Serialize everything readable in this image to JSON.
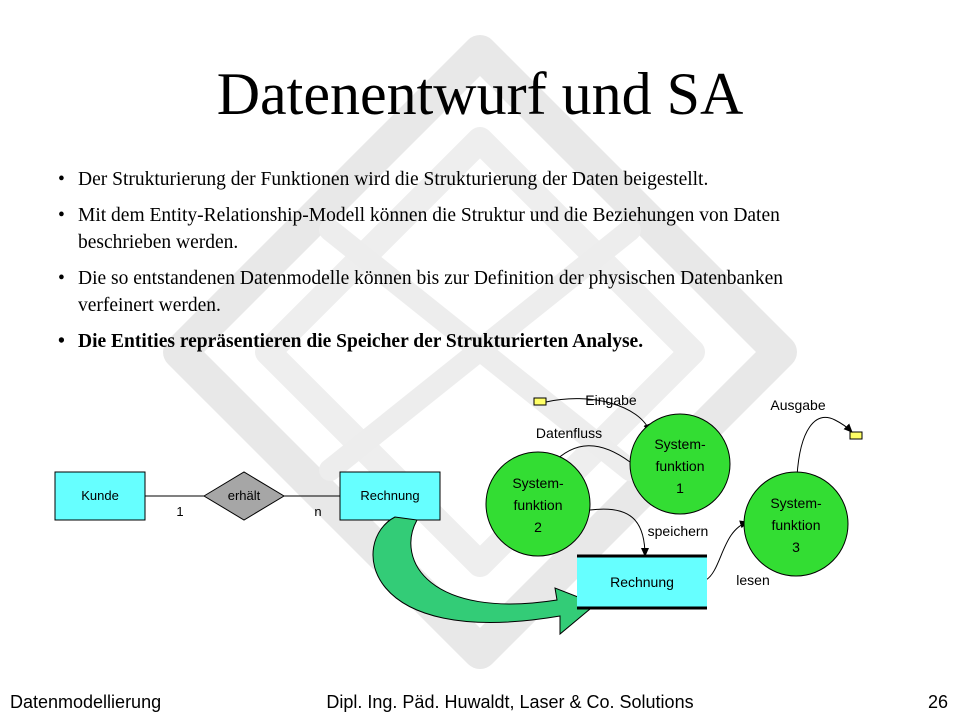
{
  "slide": {
    "title": "Datenentwurf und SA",
    "bullets": [
      {
        "text": "Der Strukturierung der Funktionen wird die Strukturierung der Daten beigestellt.",
        "bold": false
      },
      {
        "text": "Mit dem Entity-Relationship-Modell können die Struktur und die Beziehungen von Daten beschrieben werden.",
        "bold": false
      },
      {
        "text": "Die so entstandenen Datenmodelle können bis zur Definition der physischen Datenbanken verfeinert werden.",
        "bold": false
      },
      {
        "text": "Die Entities repräsentieren die Speicher der Strukturierten Analyse.",
        "bold": true
      }
    ],
    "bullet_char": "•"
  },
  "er_diagram": {
    "entity_left": "Kunde",
    "relationship": "erhält",
    "entity_right": "Rechnung",
    "cardinality_left": "1",
    "cardinality_right": "n"
  },
  "dfd": {
    "label_eingabe": "Eingabe",
    "label_datenfluss": "Datenfluss",
    "label_ausgabe": "Ausgabe",
    "label_speichern": "speichern",
    "label_lesen": "lesen",
    "store_label": "Rechnung",
    "functions": [
      {
        "lines": [
          "System-",
          "funktion",
          "1"
        ]
      },
      {
        "lines": [
          "System-",
          "funktion",
          "2"
        ]
      },
      {
        "lines": [
          "System-",
          "funktion",
          "3"
        ]
      }
    ]
  },
  "footer": {
    "left": "Datenmodellierung",
    "center": "Dipl. Ing. Päd. Huwaldt, Laser & Co. Solutions",
    "page_number": "26"
  },
  "colors": {
    "entity_fill": "#66FFFF",
    "relationship_fill": "#A6A6A6",
    "function_fill": "#33DD33",
    "terminator_fill": "#FFFF66",
    "store_fill": "#66FFFF",
    "transform_arrow_fill": "#33CC77",
    "watermark": "#E6E6E6"
  }
}
